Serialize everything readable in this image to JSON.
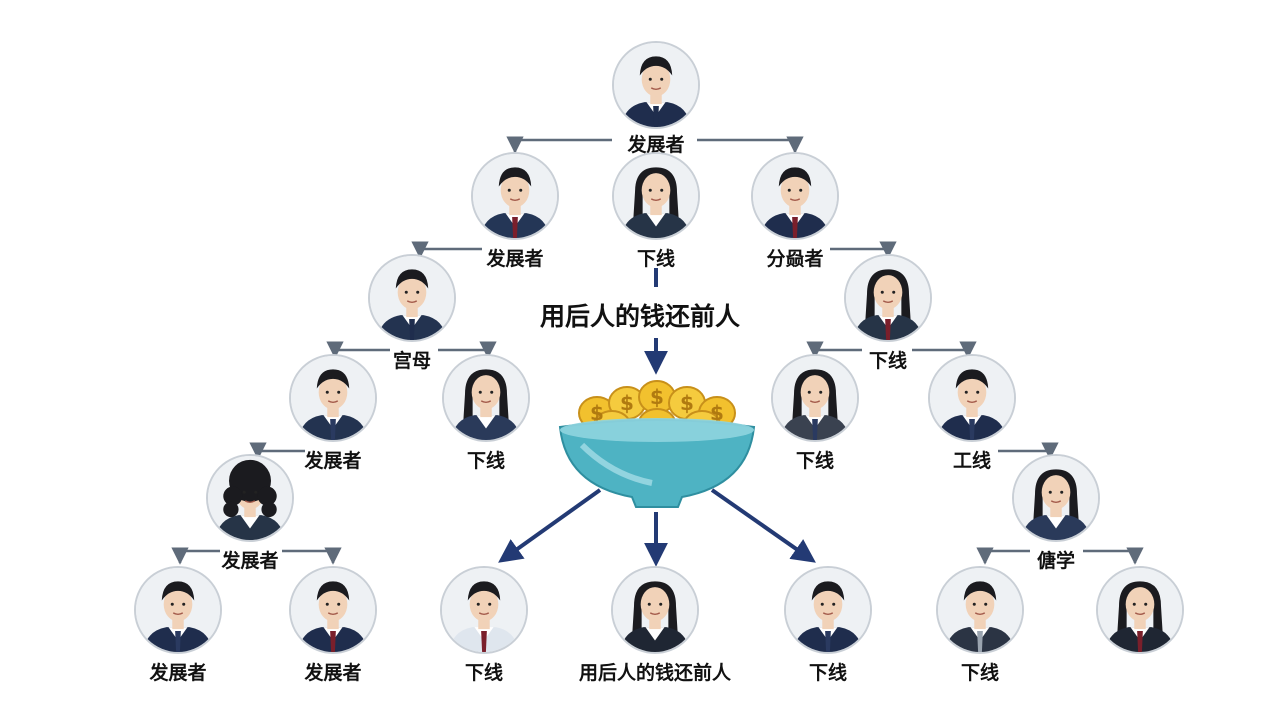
{
  "center_title": "用后人的钱还前人",
  "people": [
    {
      "id": "p-top",
      "label": "发展者",
      "gender": "m",
      "suit": "#1f2d4d",
      "tie": "#1f2d4d",
      "hair": "short"
    },
    {
      "id": "p-l1",
      "label": "发展者",
      "gender": "m",
      "suit": "#243656",
      "tie": "#7a1f2b",
      "hair": "short"
    },
    {
      "id": "p-m1",
      "label": "下线",
      "gender": "f",
      "suit": "#263447",
      "tie": "",
      "hair": "long"
    },
    {
      "id": "p-r1",
      "label": "分赑者",
      "gender": "m",
      "suit": "#1f2d4d",
      "tie": "#7a1f2b",
      "hair": "short"
    },
    {
      "id": "p-l2",
      "label": "宫母",
      "gender": "m",
      "suit": "#233350",
      "tie": "#1f2d4d",
      "hair": "short"
    },
    {
      "id": "p-r2",
      "label": "下线",
      "gender": "f",
      "suit": "#263447",
      "tie": "#7a1f2b",
      "hair": "long"
    },
    {
      "id": "p-l3a",
      "label": "发展者",
      "gender": "m",
      "suit": "#233350",
      "tie": "#2a3a60",
      "hair": "short"
    },
    {
      "id": "p-l3b",
      "label": "下线",
      "gender": "f",
      "suit": "#2a3a5a",
      "tie": "",
      "hair": "long"
    },
    {
      "id": "p-r3a",
      "label": "下线",
      "gender": "f",
      "suit": "#3a4250",
      "tie": "#2a3a60",
      "hair": "long"
    },
    {
      "id": "p-r3b",
      "label": "工线",
      "gender": "m",
      "suit": "#1f2d4d",
      "tie": "#2a3a60",
      "hair": "short"
    },
    {
      "id": "p-l4",
      "label": "发展者",
      "gender": "f",
      "suit": "#263447",
      "tie": "",
      "hair": "curly"
    },
    {
      "id": "p-r4",
      "label": "傏学",
      "gender": "f",
      "suit": "#2a3a5a",
      "tie": "",
      "hair": "long"
    },
    {
      "id": "p-b1",
      "label": "发展者",
      "gender": "m",
      "suit": "#1f2d4d",
      "tie": "#2a3a60",
      "hair": "short"
    },
    {
      "id": "p-b2",
      "label": "发展者",
      "gender": "m",
      "suit": "#1f2d4d",
      "tie": "#7a1f2b",
      "hair": "short"
    },
    {
      "id": "p-b3",
      "label": "下线",
      "gender": "m",
      "suit": "#dfe6ee",
      "tie": "#7a1f2b",
      "hair": "short"
    },
    {
      "id": "p-b4",
      "label": "用后人的钱还前人",
      "gender": "f",
      "suit": "#1f2633",
      "tie": "",
      "hair": "long"
    },
    {
      "id": "p-b5",
      "label": "下线",
      "gender": "m",
      "suit": "#1f2d4d",
      "tie": "#2a3a60",
      "hair": "short"
    },
    {
      "id": "p-b6",
      "label": "下线",
      "gender": "m",
      "suit": "#2b3444",
      "tie": "#9aa4b0",
      "hair": "short"
    },
    {
      "id": "p-b7",
      "label": "",
      "gender": "f",
      "suit": "#1f2633",
      "tie": "#7a1f2b",
      "hair": "long"
    }
  ],
  "colors": {
    "branch_line": "#5f6b7a",
    "arrow": "#233a74",
    "bowl": "#4eb3c3",
    "bowl_inner": "#8fd4df",
    "coin": "#f2c12e",
    "coin_dark": "#c8901a"
  }
}
